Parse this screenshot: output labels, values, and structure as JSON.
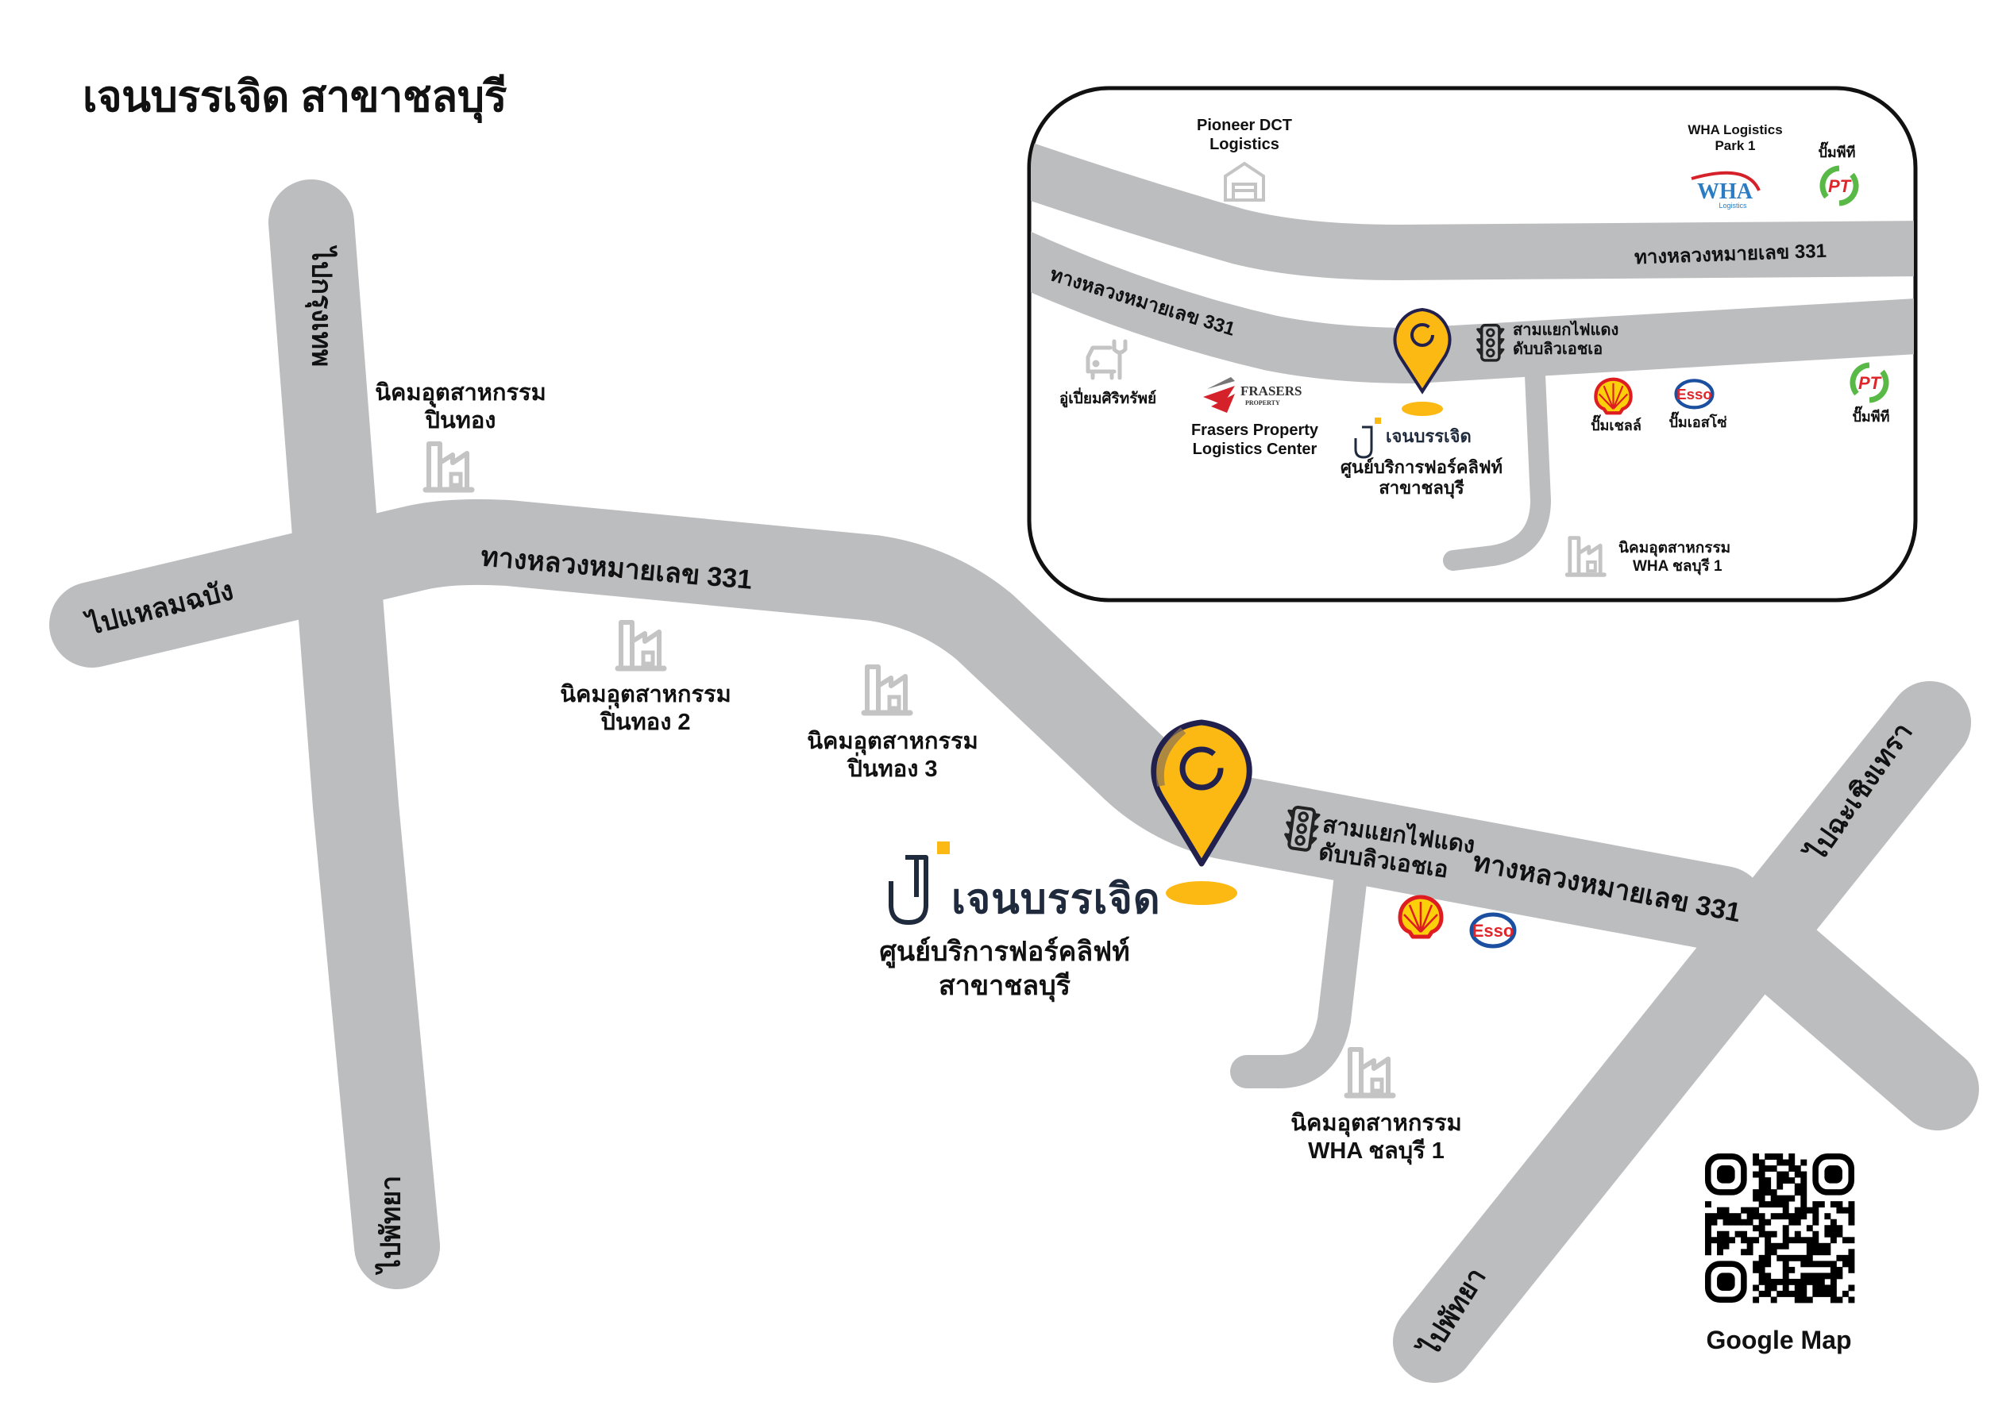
{
  "title": "เจนบรรเจิด สาขาชลบุรี",
  "colors": {
    "road": "#bcbdbf",
    "pin_fill": "#fdb913",
    "pin_stroke": "#22204d",
    "brand_dark": "#1f2a3d",
    "brand_accent": "#fdb913",
    "icon_gray": "#c4c4c4",
    "inset_border": "#111111"
  },
  "main_map": {
    "roads": {
      "to_bangkok": "ไปกรุงเทพ",
      "to_laem_chabang": "ไปแหลมฉบัง",
      "to_pattaya_left": "ไปพัทยา",
      "highway_331_west": "ทางหลวงหมายเลข 331",
      "highway_331_east": "ทางหลวงหมายเลข 331",
      "to_chachoengsao": "ไปฉะเชิงเทรา",
      "to_pattaya_right": "ไปพัทยา"
    },
    "landmarks": [
      {
        "line1": "นิคมอุตสาหกรรม",
        "line2": "ปิ่นทอง",
        "icon": "factory-icon"
      },
      {
        "line1": "นิคมอุตสาหกรรม",
        "line2": "ปิ่นทอง 2",
        "icon": "factory-icon"
      },
      {
        "line1": "นิคมอุตสาหกรรม",
        "line2": "ปิ่นทอง 3",
        "icon": "factory-icon"
      },
      {
        "line1": "นิคมอุตสาหกรรม",
        "line2": "WHA ชลบุรี 1",
        "icon": "factory-icon"
      }
    ],
    "traffic_light": {
      "line1": "สามแยกไฟแดง",
      "line2": "ดับบลิวเอชเอ",
      "icon": "traffic-light-icon"
    },
    "gas_stations": [
      {
        "name": "Shell",
        "icon": "shell-logo-icon"
      },
      {
        "name": "Esso",
        "icon": "esso-logo-icon"
      }
    ],
    "destination": {
      "brand": "เจนบรรเจิด",
      "line1": "ศูนย์บริการฟอร์คลิฟท์",
      "line2": "สาขาชลบุรี",
      "icon": "location-pin-icon"
    }
  },
  "inset_map": {
    "roads": {
      "highway_331_upper": "ทางหลวงหมายเลข 331",
      "highway_331_lower": "ทางหลวงหมายเลข 331"
    },
    "pioneer": {
      "line1": "Pioneer DCT",
      "line2": "Logistics",
      "icon": "warehouse-icon"
    },
    "wha_park": {
      "line1": "WHA Logistics",
      "line2": "Park 1",
      "logo_text": "WHA",
      "logo_sub": "Logistics"
    },
    "pt_top": {
      "label": "ปั๊มพีที",
      "logo_text": "PT"
    },
    "garage": {
      "label": "อู่เปี่ยมศิริทรัพย์",
      "icon": "car-repair-icon"
    },
    "frasers": {
      "logo_text": "FRASERS",
      "logo_sub": "PROPERTY",
      "line1": "Frasers Property",
      "line2": "Logistics Center"
    },
    "destination": {
      "brand": "เจนบรรเจิด",
      "line1": "ศูนย์บริการฟอร์คลิฟท์",
      "line2": "สาขาชลบุรี"
    },
    "traffic_light": {
      "line1": "สามแยกไฟแดง",
      "line2": "ดับบลิวเอชเอ"
    },
    "shell": {
      "label": "ปั๊มเชลล์"
    },
    "esso": {
      "label": "ปั๊มเอสโซ่",
      "logo_text": "Esso"
    },
    "pt_right": {
      "label": "ปั๊มพีที",
      "logo_text": "PT"
    },
    "wha_estate": {
      "line1": "นิคมอุตสาหกรรม",
      "line2": "WHA ชลบุรี 1"
    }
  },
  "qr": {
    "label": "Google Map"
  }
}
